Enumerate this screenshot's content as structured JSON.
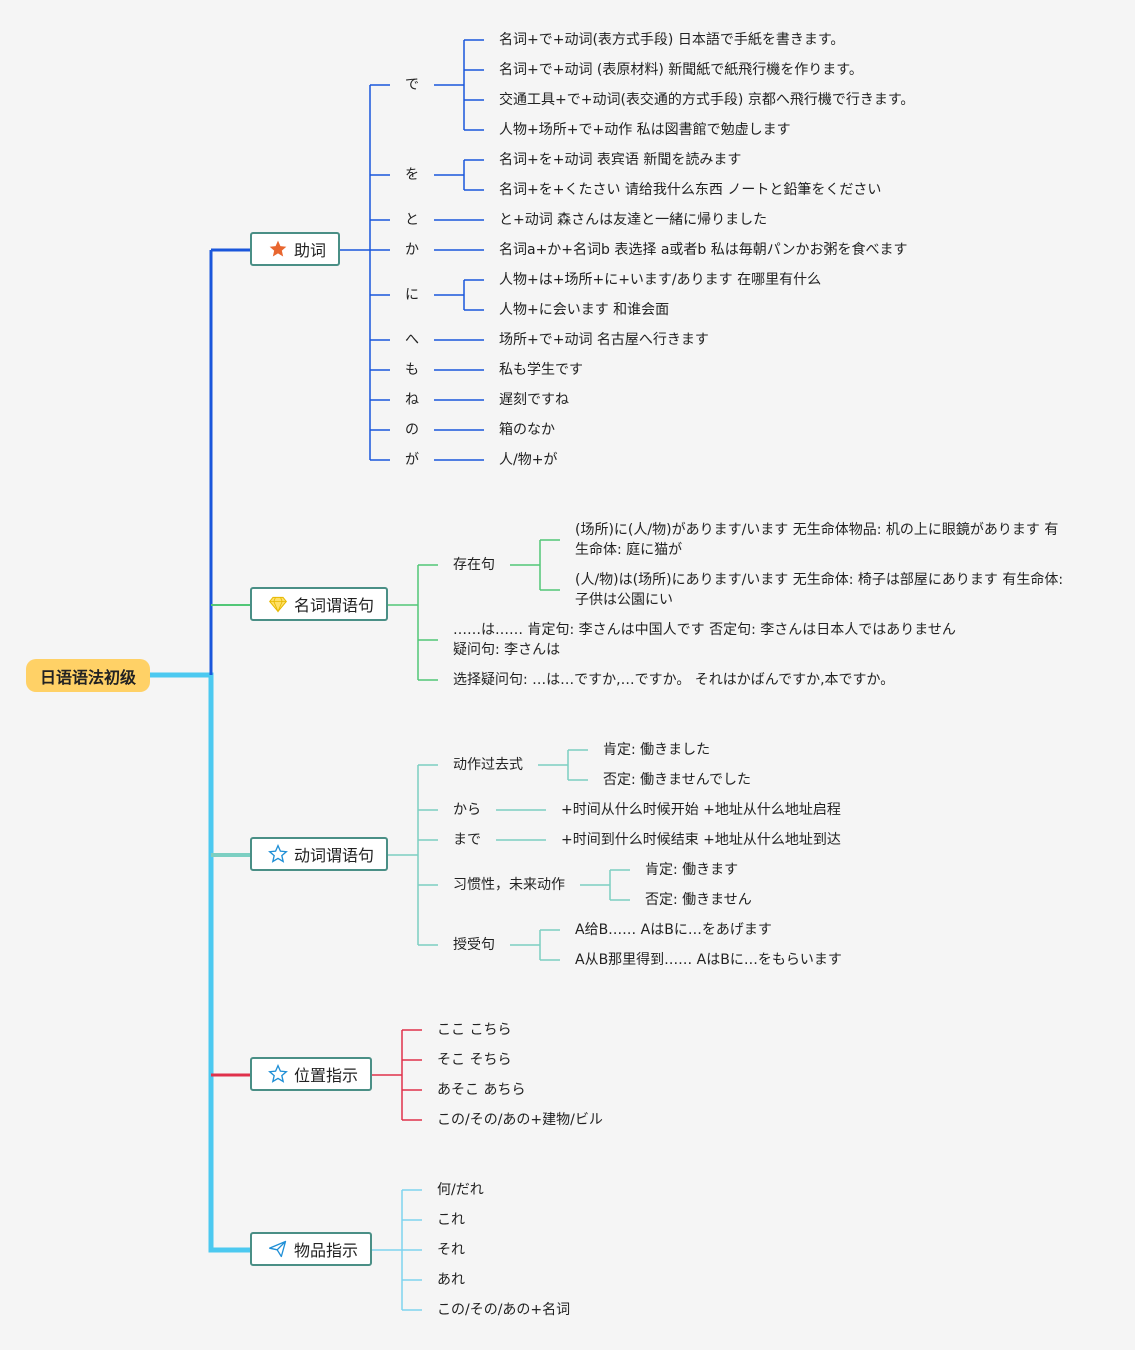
{
  "root": "日语语法初级",
  "colors": {
    "root_bg": "#ffd166",
    "trunk": "#4cc9f0",
    "b1": "#1a56db",
    "b2": "#52c777",
    "b3": "#7ccfc2",
    "b4": "#e0314b",
    "b5": "#7fd3ef"
  },
  "branches": [
    {
      "label": "助词",
      "icon": "star-icon",
      "groups": [
        {
          "label": "で",
          "items": [
            "名词+で+动词(表方式手段) 日本語で手紙を書きます。",
            "名词+で+动词 (表原材料) 新聞紙で紙飛行機を作ります。",
            "交通工具+で+动词(表交通的方式手段) 京都へ飛行機で行きます。",
            "人物+场所+で+动作 私は図書館で勉虚します"
          ]
        },
        {
          "label": "を",
          "items": [
            "名词+を+动词 表宾语 新聞を読みます",
            "名词+を+くたさい 请给我什么东西 ノートと鉛筆をください"
          ]
        },
        {
          "label": "と",
          "items": [
            "と+动词 森さんは友達と一緒に帰りました"
          ]
        },
        {
          "label": "か",
          "items": [
            "名词a+か+名词b 表选择 a或者b 私は毎朝パンかお粥を食べます"
          ]
        },
        {
          "label": "に",
          "items": [
            "人物+は+场所+に+います/あります 在哪里有什么",
            "人物+に会います 和谁会面"
          ]
        },
        {
          "label": "へ",
          "items": [
            "场所+で+动词 名古屋へ行きます"
          ]
        },
        {
          "label": "も",
          "items": [
            "私も学生です"
          ]
        },
        {
          "label": "ね",
          "items": [
            "遅刻ですね"
          ]
        },
        {
          "label": "の",
          "items": [
            "箱のなか"
          ]
        },
        {
          "label": "が",
          "items": [
            "人/物+が"
          ]
        }
      ]
    },
    {
      "label": "名词谓语句",
      "icon": "diamond-icon",
      "groups": [
        {
          "label": "存在句",
          "items": [
            "(场所)に(人/物)があります/います 无生命体物品: 机の上に眼鏡があります 有生命体: 庭に猫が",
            "(人/物)は(场所)にあります/います 无生命体: 椅子は部屋にあります 有生命体: 子供は公園にい"
          ]
        },
        {
          "label": "……は…… 肯定句: 李さんは中国人です 否定句: 李さんは日本人ではありません 疑问句: 李さんは",
          "items": []
        },
        {
          "label": "选择疑问句: …は…ですか,…ですか。 それはかばんですか,本ですか。",
          "items": []
        }
      ]
    },
    {
      "label": "动词谓语句",
      "icon": "star-outline-icon",
      "groups": [
        {
          "label": "动作过去式",
          "items": [
            "肯定: 働きました",
            "否定: 働きませんでした"
          ]
        },
        {
          "label": "から",
          "items": [
            "+时间从什么时候开始 +地址从什么地址启程"
          ]
        },
        {
          "label": "まで",
          "items": [
            "+时间到什么时候结束 +地址从什么地址到达"
          ]
        },
        {
          "label": "习惯性，未来动作",
          "items": [
            "肯定: 働きます",
            "否定: 働きません"
          ]
        },
        {
          "label": "授受句",
          "items": [
            "A给B…… AはBに…をあげます",
            "A从B那里得到…… AはBに…をもらいます"
          ]
        }
      ]
    },
    {
      "label": "位置指示",
      "icon": "star-outline-icon",
      "items": [
        "ここ こちら",
        "そこ そちら",
        "あそこ あちら",
        "この/その/あの+建物/ビル"
      ]
    },
    {
      "label": "物品指示",
      "icon": "paper-plane-icon",
      "items": [
        "何/だれ",
        "これ",
        "それ",
        "あれ",
        "この/その/あの+名词"
      ]
    }
  ]
}
